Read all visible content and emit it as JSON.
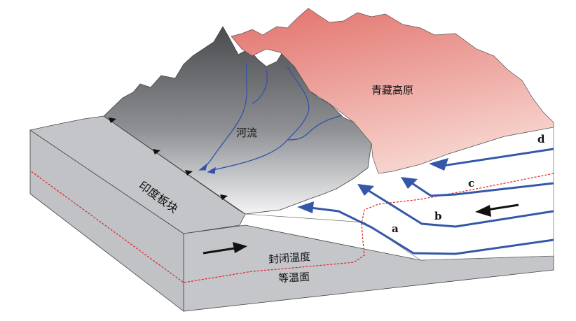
{
  "labels": {
    "plateau": "青藏高原",
    "river": "河流",
    "plate": "印度板块",
    "closure_temp": "封闭温度",
    "isotherm": "等温面"
  },
  "flow_paths": [
    "a",
    "b",
    "c",
    "d"
  ],
  "colors": {
    "plateau": "#e8837a",
    "mountain": "#6e6f72",
    "slab": "#c3c5c9",
    "flow": "#3557a8",
    "isotherm": "#e02020"
  }
}
